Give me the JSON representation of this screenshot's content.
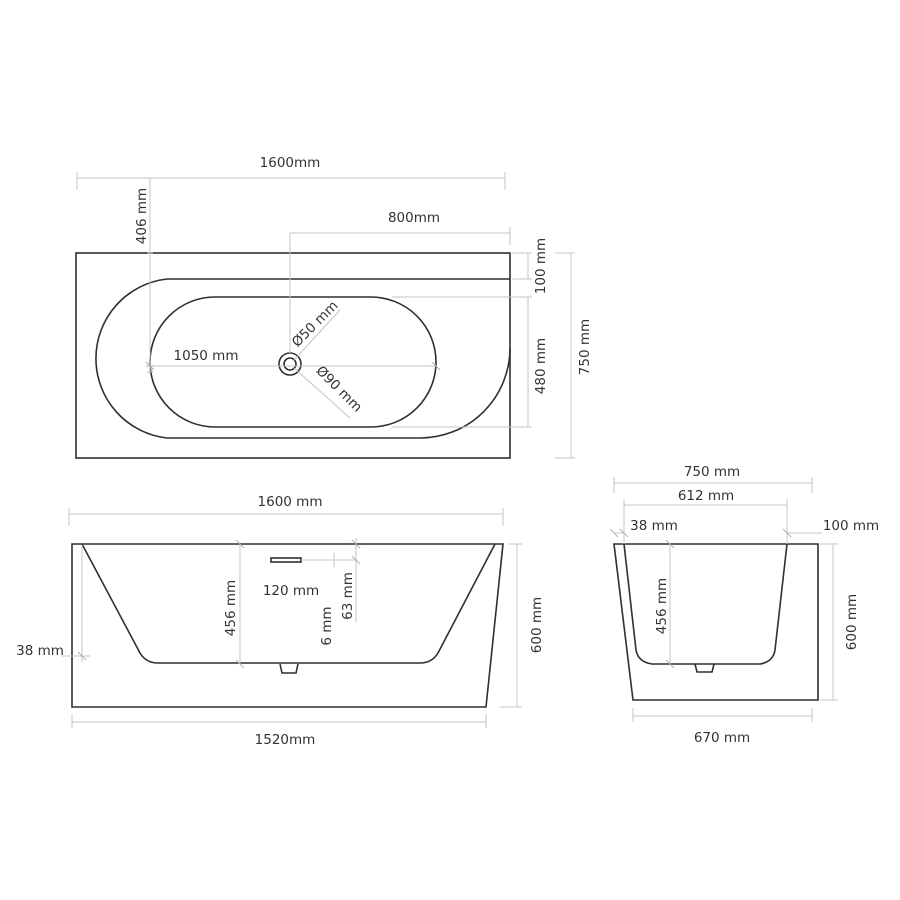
{
  "top_view": {
    "overall_length": "1600mm",
    "drain_offset": "406 mm",
    "drain_to_end": "800mm",
    "rim_width": "100 mm",
    "overall_width": "750 mm",
    "inner_width": "480 mm",
    "inner_length": "1050 mm",
    "drain_diameter": "Ø50 mm",
    "overflow_diameter": "Ø90 mm"
  },
  "front_view": {
    "top_length": "1600 mm",
    "bottom_length": "1520mm",
    "wall_thickness": "38 mm",
    "inner_depth": "456 mm",
    "overflow_width": "120 mm",
    "overflow_height": "6 mm",
    "overflow_from_rim": "63 mm",
    "overall_height": "600 mm"
  },
  "side_view": {
    "overall_width": "750 mm",
    "inner_width": "612 mm",
    "wall_left": "38 mm",
    "wall_right": "100 mm",
    "inner_depth": "456 mm",
    "overall_height": "600 mm",
    "base_width": "670 mm"
  }
}
